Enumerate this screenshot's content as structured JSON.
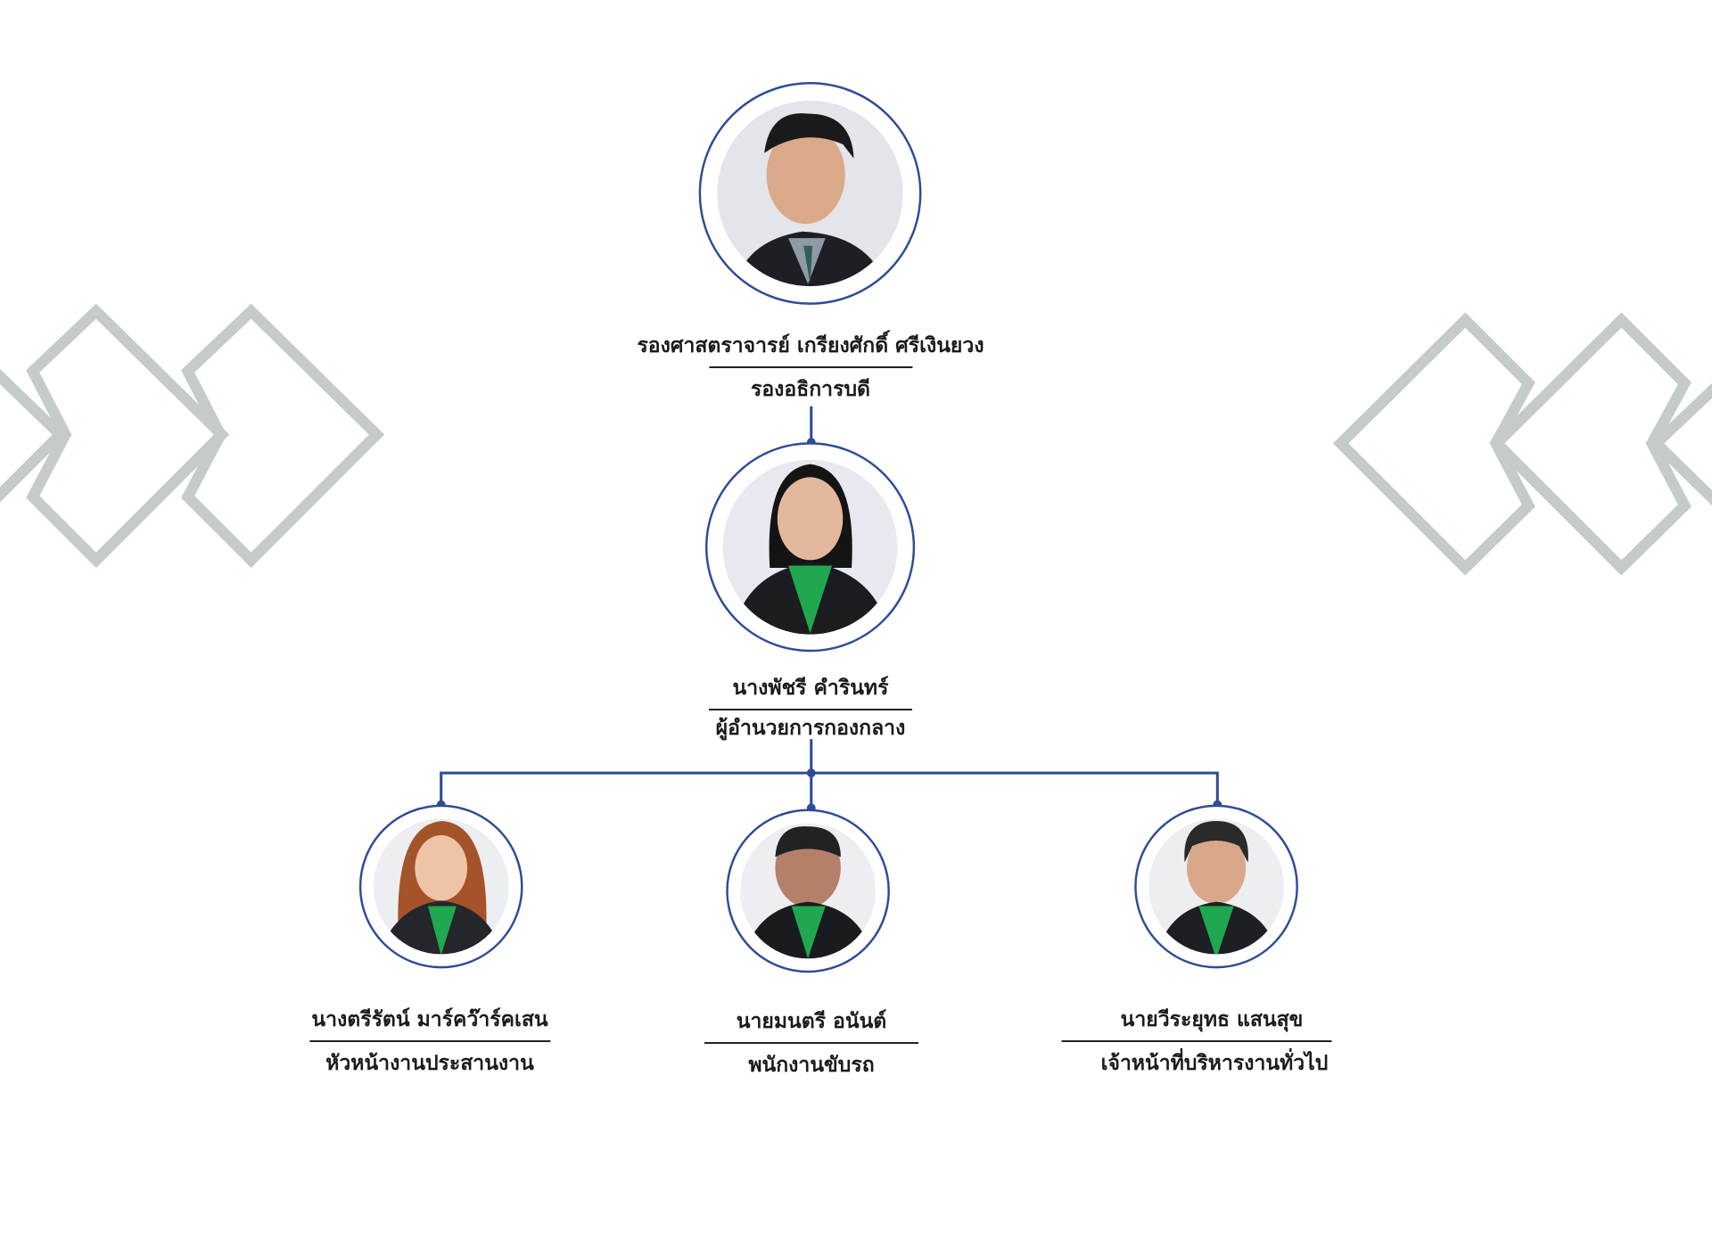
{
  "colors": {
    "accent": "#2e4b97",
    "chevron": "#c5cacb",
    "text": "#1b1b1b",
    "shirt_green": "#1fa84f"
  },
  "org": {
    "top": {
      "name": "รองศาสตราจารย์ เกรียงศักดิ์ ศรีเงินยวง",
      "role": "รองอธิการบดี"
    },
    "director": {
      "name": "นางพัชรี คำรินทร์",
      "role": "ผู้อำนวยการกองกลาง"
    },
    "staff": [
      {
        "name": "นางตรีรัตน์ มาร์คว๊าร์คเสน",
        "role": "หัวหน้างานประสานงาน"
      },
      {
        "name": "นายมนตรี อนันต์",
        "role": "พนักงานขับรถ"
      },
      {
        "name": "นายวีระยุทธ  แสนสุข",
        "role": "เจ้าหน้าที่บริหารงานทั่วไป"
      }
    ]
  }
}
